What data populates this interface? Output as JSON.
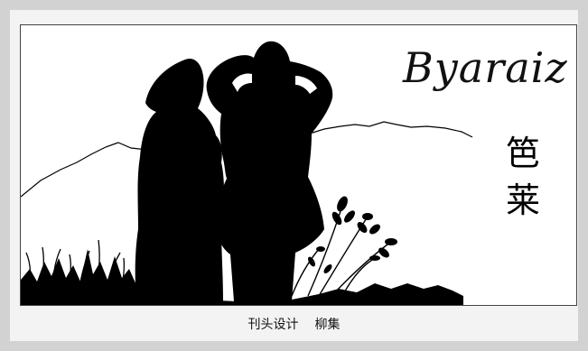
{
  "artwork": {
    "title_latin": "Byaraiz",
    "title_cjk": "笆莱",
    "colors": {
      "background": "#d2d2d2",
      "frame": "#f3f3f3",
      "canvas": "#ffffff",
      "ink": "#000000"
    }
  },
  "caption": {
    "design_credit": "刊头设计",
    "designer": "柳集"
  }
}
